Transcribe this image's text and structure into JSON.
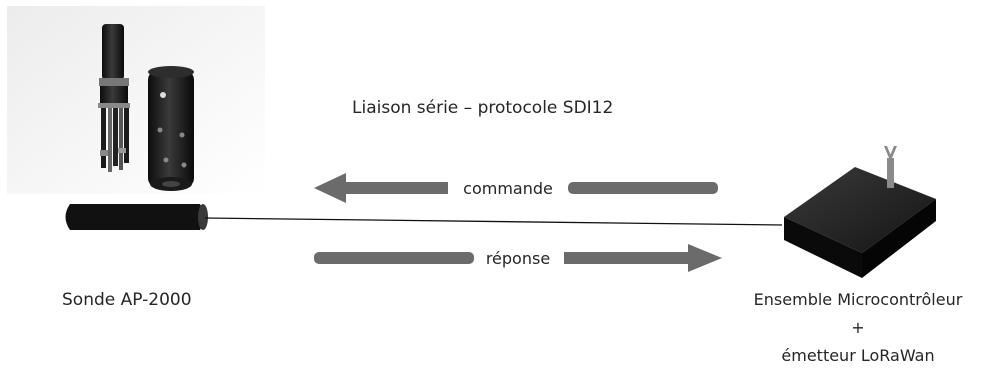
{
  "diagram": {
    "link_label": "Liaison série – protocole SDI12",
    "command_label": "commande",
    "response_label": "réponse",
    "probe_label": "Sonde AP-2000",
    "controller_label_line1": "Ensemble Microcontrôleur",
    "controller_label_line2": "+",
    "controller_label_line3": "émetteur LoRaWan"
  },
  "colors": {
    "arrow": "#6b6b6b",
    "cable": "#111111",
    "box_top": "#2a2a2a",
    "box_side": "#050505",
    "photo_bg": "#f2f2f2"
  },
  "icons": {
    "probe": "probe-photo",
    "controller": "controller-box-icon",
    "antenna": "antenna-icon"
  }
}
